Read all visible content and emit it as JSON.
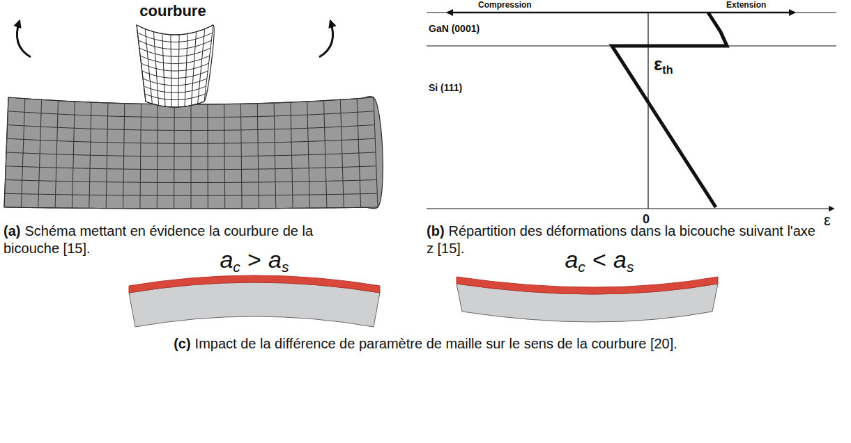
{
  "diagram": {
    "labels": [
      "courbure",
      "(a)",
      "Schéma mettant en évidence la courbure de la bicouche [15].",
      "Compression",
      "Extension",
      "GaN (0001)",
      "ε",
      "th",
      "Si (111)",
      "0",
      "ε",
      "(b)",
      "Répartition des déformations dans la bicouche suivant l'axe z [15].",
      "a",
      "c",
      ">",
      "a",
      "s",
      "a",
      "c",
      "<",
      "a",
      "s",
      "(c)",
      "Impact de la différence de paramètre de maille sur le sens de la courbure [20]."
    ]
  }
}
